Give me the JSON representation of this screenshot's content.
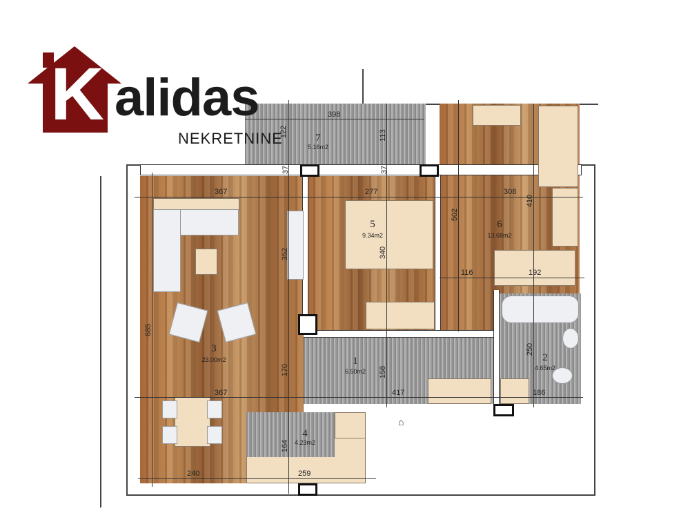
{
  "logo": {
    "letter": "K",
    "name": "alidas",
    "tagline": "NEKRETNINE",
    "brand_color": "#7a1010",
    "text_color": "#1c1c1c"
  },
  "rooms": [
    {
      "number": "1",
      "area": "6.50m2"
    },
    {
      "number": "2",
      "area": "4.65m2"
    },
    {
      "number": "3",
      "area": "23.00m2"
    },
    {
      "number": "4",
      "area": "4.23m2"
    },
    {
      "number": "5",
      "area": "9.34m2"
    },
    {
      "number": "6",
      "area": "13.68m2"
    },
    {
      "number": "7",
      "area": "5.16m2"
    }
  ],
  "dimensions": [
    "398",
    "122",
    "113",
    "37",
    "37",
    "367",
    "277",
    "308",
    "410",
    "502",
    "352",
    "340",
    "116",
    "192",
    "685",
    "250",
    "170",
    "158",
    "367",
    "417",
    "186",
    "164",
    "240",
    "259"
  ]
}
